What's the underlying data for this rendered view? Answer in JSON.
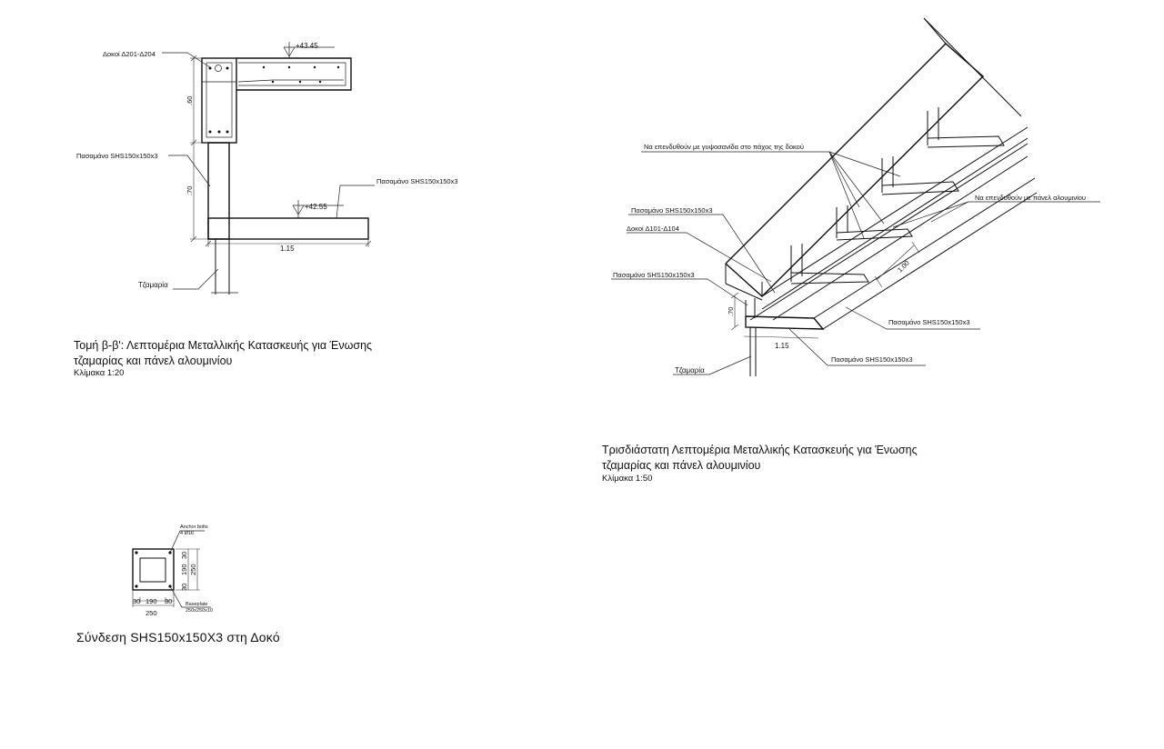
{
  "section": {
    "labels": {
      "beam": "Δοκοί Δ201-Δ204",
      "profile_upper": "Πασαμάνο SHS150x150x3",
      "profile_right": "Πασαμάνο SHS150x150x3",
      "glazing": "Τζαμαρία"
    },
    "levels": {
      "top": "+43.45",
      "bottom": "+42.55"
    },
    "dims": {
      "beam_height": ".60",
      "post_height": ".70",
      "width": "1.15"
    },
    "title_line1": "Τομή β-β': Λεπτομέρια Μεταλλικής Κατασκευής για Ένωσης",
    "title_line2": "τζαμαρίας και πάνελ αλουμινίου",
    "scale": "Κλίμακα 1:20"
  },
  "iso": {
    "labels": {
      "gypsum": "Να επενδυθούν με γυψοσανίδα στο πάχος της δοκού",
      "aluminium": "Να επενδυθούν με πάνελ αλουμινίου",
      "profile_a": "Πασαμάνο SHS150x150x3",
      "beam": "Δοκοί Δ101-Δ104",
      "profile_b": "Πασαμάνο SHS150x150x3",
      "profile_c": "Πασαμάνο SHS150x150x3",
      "profile_d": "Πασαμάνο SHS150x150x3",
      "glazing": "Τζαμαρία"
    },
    "dims": {
      "height": ".70",
      "width": "1.15",
      "spacing": "1.00"
    },
    "title_line1": "Τρισδιάστατη Λεπτομέρια Μεταλλικής Κατασκευής για Ένωσης",
    "title_line2": "τζαμαρίας και πάνελ αλουμινίου",
    "scale": "Κλίμακα 1:50"
  },
  "plate": {
    "anchor_label": "Anchor bolts",
    "anchor_sub": "4 Ø16",
    "baseplate_label": "Baseplate",
    "baseplate_sub": "250x250x10",
    "dims_bottom": [
      "30",
      "190",
      "30"
    ],
    "total_bottom": "250",
    "dims_side": [
      "30",
      "190",
      "30"
    ],
    "total_side": "250",
    "title": "Σύνδεση SHS150x150X3 στη Δοκό"
  }
}
